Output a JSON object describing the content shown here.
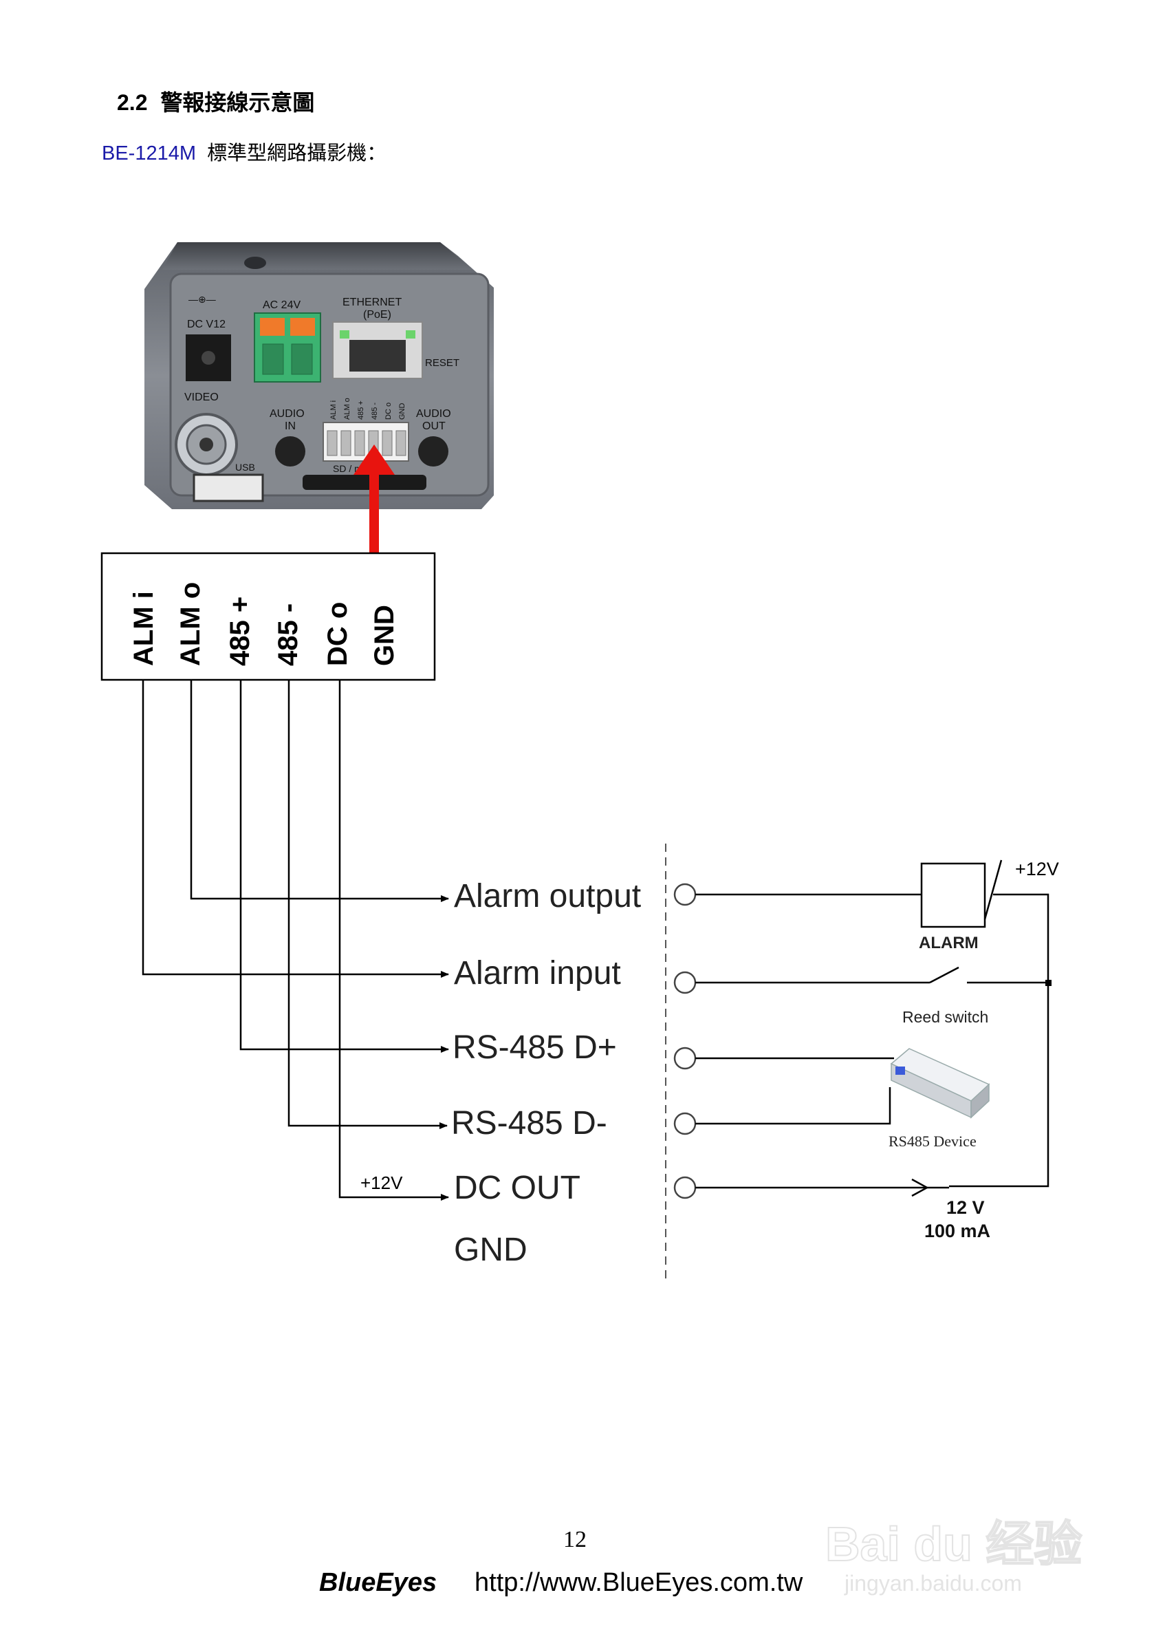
{
  "heading": {
    "number": "2.2",
    "title": "警報接線示意圖"
  },
  "subtitle": {
    "model": "BE-1214M",
    "text": "標準型網路攝影機："
  },
  "camera": {
    "labels": {
      "dc": "DC V12",
      "ac": "AC 24V",
      "ethernet": "ETHERNET",
      "poe": "(PoE)",
      "reset": "RESET",
      "video": "VIDEO",
      "audio_in_1": "AUDIO",
      "audio_in_2": "IN",
      "audio_out_1": "AUDIO",
      "audio_out_2": "OUT",
      "sd": "SD / micro",
      "usb": "USB"
    },
    "block_pins": [
      "ALM i",
      "ALM o",
      "485 +",
      "485 -",
      "DC o",
      "GND"
    ]
  },
  "terminal": {
    "pins": [
      "ALM i",
      "ALM o",
      "485 +",
      "485 -",
      "DC o",
      "GND"
    ]
  },
  "signals": [
    "Alarm output",
    "Alarm input",
    "RS-485 D+",
    "RS-485 D-",
    "DC OUT",
    "GND"
  ],
  "dcout_voltage": "+12V",
  "devices": {
    "alarm": "ALARM",
    "alarm_supply": "+12V",
    "reed_switch": "Reed switch",
    "rs485_device": "RS485 Device",
    "dc_rating_voltage": "12 V",
    "dc_rating_current": "100 mA"
  },
  "footer": {
    "page_number": "12",
    "brand": "BlueEyes",
    "url": "http://www.BlueEyes.com.tw"
  },
  "watermark": {
    "text": "Bai du 经验",
    "subtext": "jingyan.baidu.com"
  },
  "colors": {
    "model": "#1a1aa8",
    "red_arrow": "#e8140f",
    "terminal_green": "#3cb371",
    "terminal_orange": "#f07a2a",
    "camera_body": "#7c8088"
  }
}
